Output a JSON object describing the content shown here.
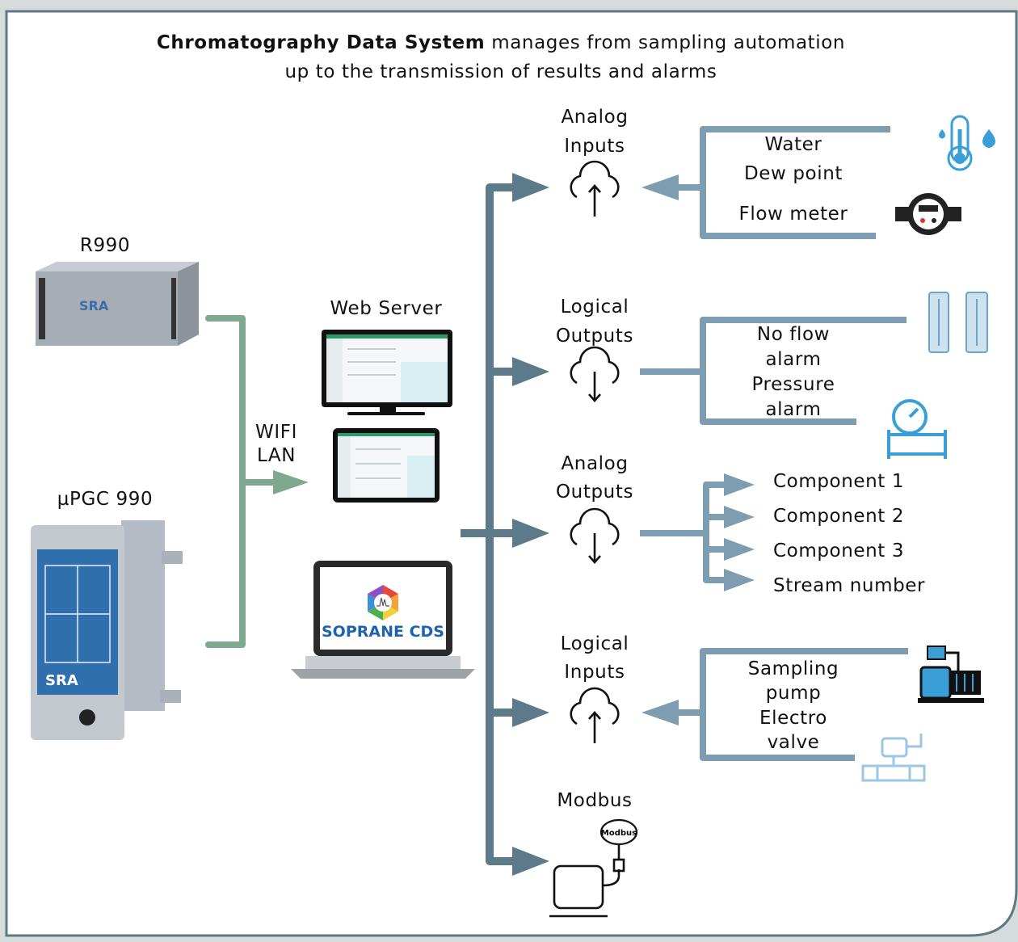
{
  "title": {
    "bold": "Chromatography Data System",
    "rest": " manages from sampling automation",
    "line2": "up to the transmission of results and alarms"
  },
  "devices": {
    "r990": "R990",
    "upgc": "µPGC 990"
  },
  "network": {
    "wifi": "WIFI",
    "lan": "LAN"
  },
  "web_server": "Web Server",
  "software": {
    "name": "SOPRANE CDS"
  },
  "io": {
    "analog_inputs": {
      "line1": "Analog",
      "line2": "Inputs"
    },
    "logical_outputs": {
      "line1": "Logical",
      "line2": "Outputs"
    },
    "analog_outputs": {
      "line1": "Analog",
      "line2": "Outputs"
    },
    "logical_inputs": {
      "line1": "Logical",
      "line2": "Inputs"
    },
    "modbus": "Modbus",
    "modbus_badge": "Modbus"
  },
  "signals": {
    "water": "Water",
    "dew_point": "Dew point",
    "flow_meter": "Flow meter",
    "no_flow_alarm": "No flow\nalarm",
    "pressure_alarm": "Pressure\nalarm",
    "component_1": "Component 1",
    "component_2": "Component 2",
    "component_3": "Component 3",
    "stream_number": "Stream number",
    "sampling_pump": "Sampling\npump",
    "electro_valve": "Electro\nvalve"
  },
  "icons": [
    "thermometer-icon",
    "flow-meter-icon",
    "flow-tube-icon",
    "pressure-gauge-icon",
    "pump-icon",
    "valve-icon",
    "cloud-upload-icon",
    "cloud-download-icon",
    "monitor-icon",
    "tablet-icon",
    "laptop-icon",
    "modbus-device-icon"
  ],
  "colors": {
    "background": "#ffffff",
    "outer": "#d6dcdb",
    "border": "#5d7a83",
    "green_line": "#7fa98f",
    "bus_line": "#5d7a8a",
    "signal_line": "#7f9db0",
    "icon_blue": "#3a9fd6"
  }
}
